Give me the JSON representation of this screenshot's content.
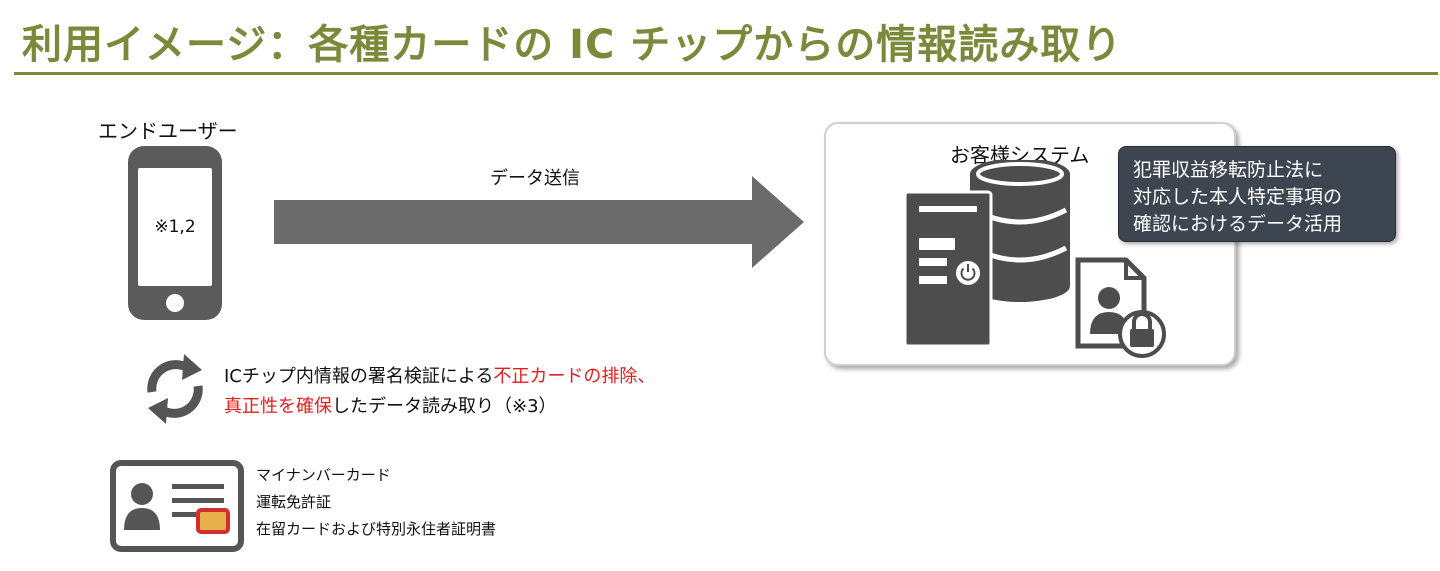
{
  "header": {
    "title": "利用イメージ：各種カードの IC チップからの情報読み取り"
  },
  "end_user": {
    "label": "エンドユーザー",
    "phone_screen_text": "※1,2"
  },
  "transfer": {
    "label": "データ送信"
  },
  "system": {
    "label": "お客様システム",
    "callout_lines": [
      "犯罪収益移転防止法に",
      "対応した本人特定事項の",
      "確認におけるデータ活用"
    ]
  },
  "verification": {
    "line1_prefix": "ICチップ内情報の署名検証による",
    "line1_highlight": "不正カードの排除、",
    "line2_highlight": "真正性を確保",
    "line2_suffix": "したデータ読み取り（※3）"
  },
  "cards": {
    "items": [
      "マイナンバーカード",
      "運転免許証",
      "在留カードおよび特別永住者証明書"
    ]
  },
  "colors": {
    "accent": "#7a8a3a",
    "highlight": "#e02020",
    "icon_gray": "#555555",
    "callout_bg": "#3d4550"
  }
}
